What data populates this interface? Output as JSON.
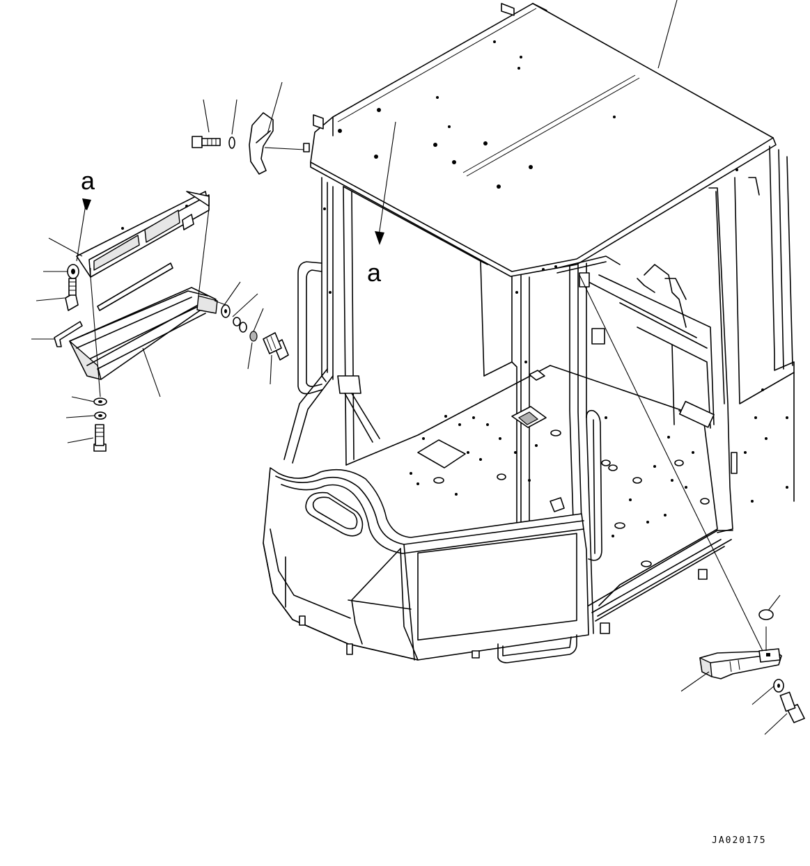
{
  "diagram": {
    "view_label_a": "a",
    "drawing_code": "JA020175",
    "parts": [
      "cab-assembly",
      "roof-panel",
      "left-step-bracket",
      "left-step-tread",
      "right-step",
      "roof-bracket",
      "bolt",
      "washer",
      "spring-washer",
      "pin",
      "plug"
    ]
  }
}
